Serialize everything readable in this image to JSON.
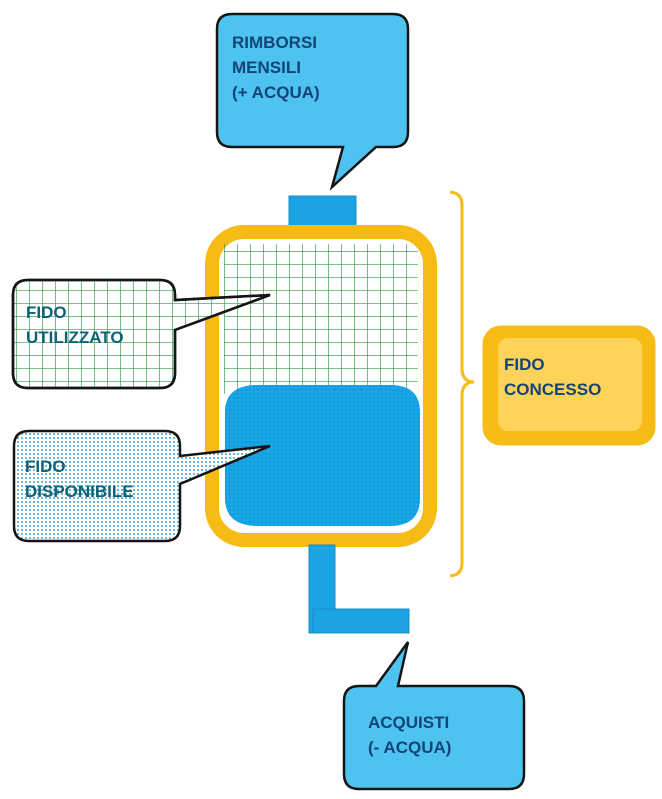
{
  "callouts": {
    "repayments": {
      "lines": [
        "RIMBORSI",
        "MENSILI",
        "(+ ACQUA)"
      ]
    },
    "used_credit": {
      "lines": [
        "FIDO",
        "UTILIZZATO"
      ]
    },
    "available_credit": {
      "lines": [
        "FIDO",
        "DISPONIBILE"
      ]
    },
    "purchases": {
      "lines": [
        "ACQUISTI",
        "(- ACQUA)"
      ]
    },
    "granted_credit": {
      "lines": [
        "FIDO",
        "CONCESSO"
      ]
    }
  },
  "colors": {
    "callout_blue": "#4fc3ef",
    "pipe_blue": "#1ba3e3",
    "water_blue": "#12a9e8",
    "tank_frame": "#f7bb15",
    "grid_green": "#2e9a4c",
    "text_dark_blue": "#12447a",
    "text_teal": "#0c6377",
    "concesso_fill": "#ffd35a"
  }
}
